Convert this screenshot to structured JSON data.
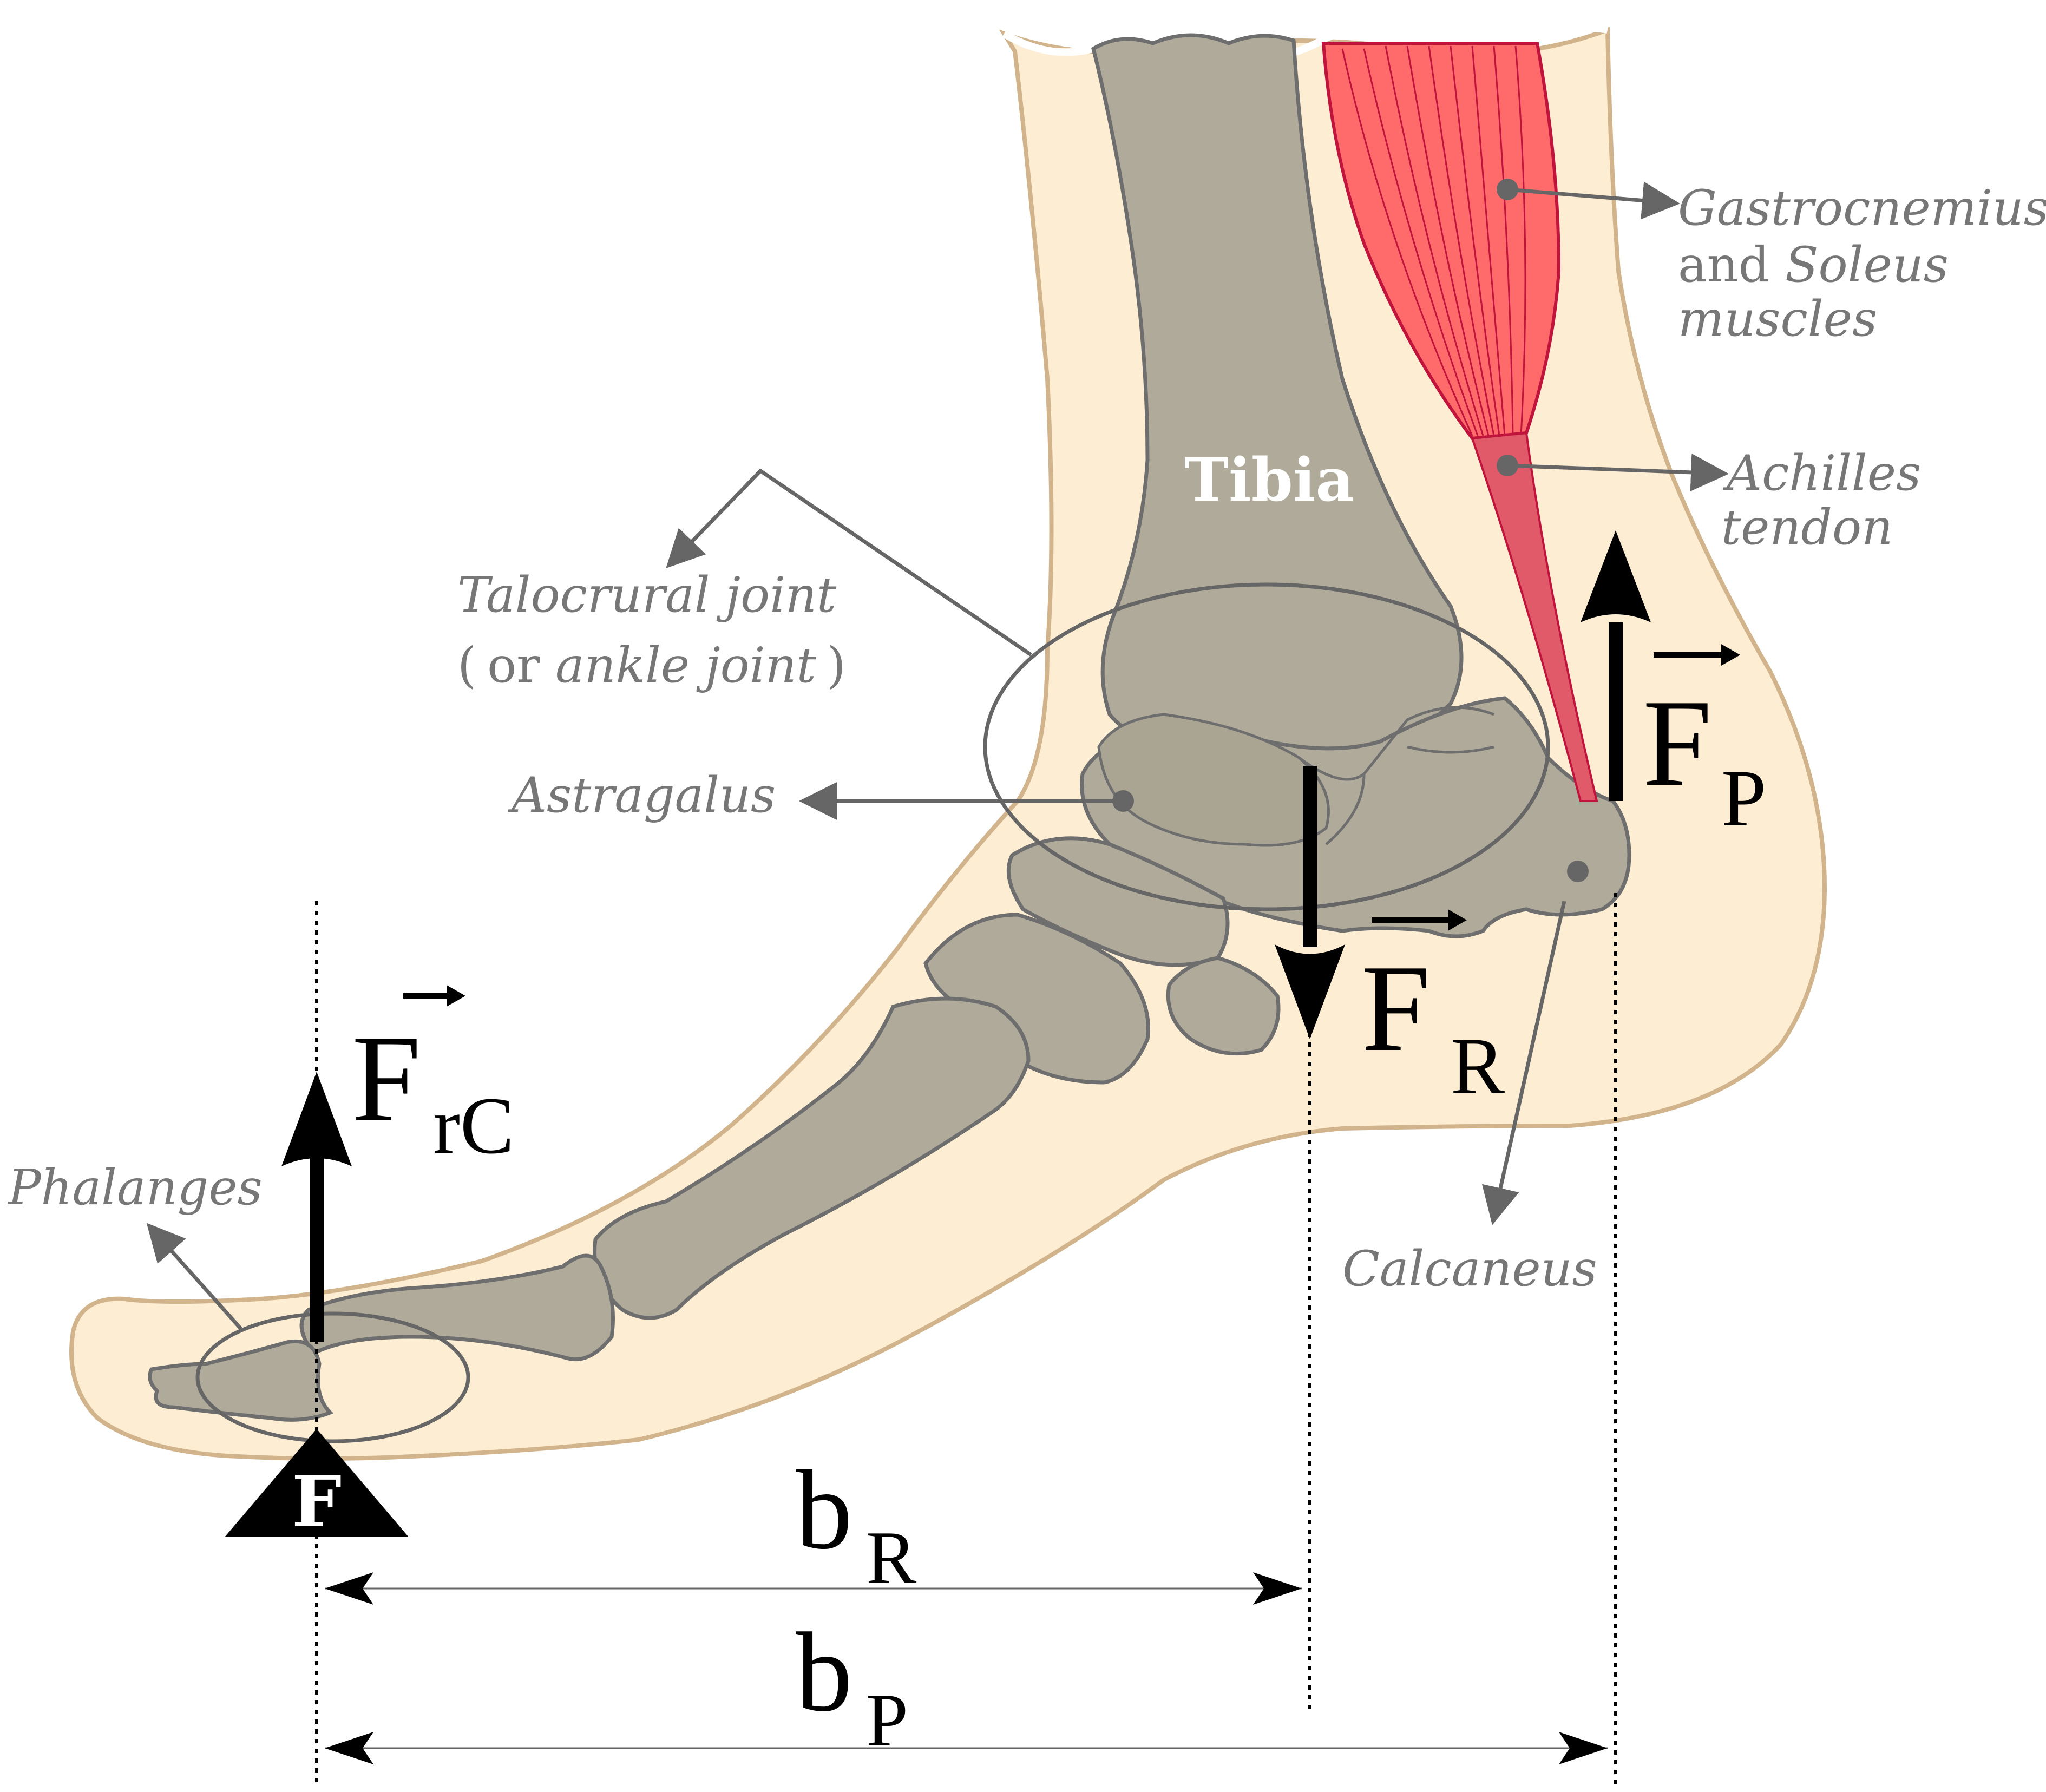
{
  "labels": {
    "tibia": "Tibia",
    "gastrocnemius_line1": "Gastrocnemius",
    "gastrocnemius_line2_prefix": "and ",
    "gastrocnemius_line2_italic": "Soleus",
    "gastrocnemius_line3": "muscles",
    "achilles_line1": "Achilles",
    "achilles_line2": "tendon",
    "talocrural_line1": "Talocrural joint",
    "talocrural_line2_open": "(",
    "talocrural_line2_or": "or ",
    "talocrural_line2_italic": "ankle joint",
    "talocrural_line2_close": ")",
    "astragalus": "Astragalus",
    "calcaneus": "Calcaneus",
    "phalanges": "Phalanges",
    "fulcrum": "F"
  },
  "forces": {
    "fp_main": "F",
    "fp_sub": "P",
    "fr_main": "F",
    "fr_sub": "R",
    "frc_main": "F",
    "frc_sub": "rC"
  },
  "dimensions": {
    "br_main": "b",
    "br_sub": "R",
    "bp_main": "b",
    "bp_sub": "P"
  },
  "colors": {
    "skin": "#fdeed3",
    "skin_outline": "#d2b48c",
    "bone": "#b0aa9a",
    "bone_outline": "#6e6e6e",
    "muscle": "#ff6b6b",
    "muscle_outline": "#c0143c",
    "tendon": "#e05a6a",
    "label_gray": "#777777",
    "force_black": "#000000"
  }
}
